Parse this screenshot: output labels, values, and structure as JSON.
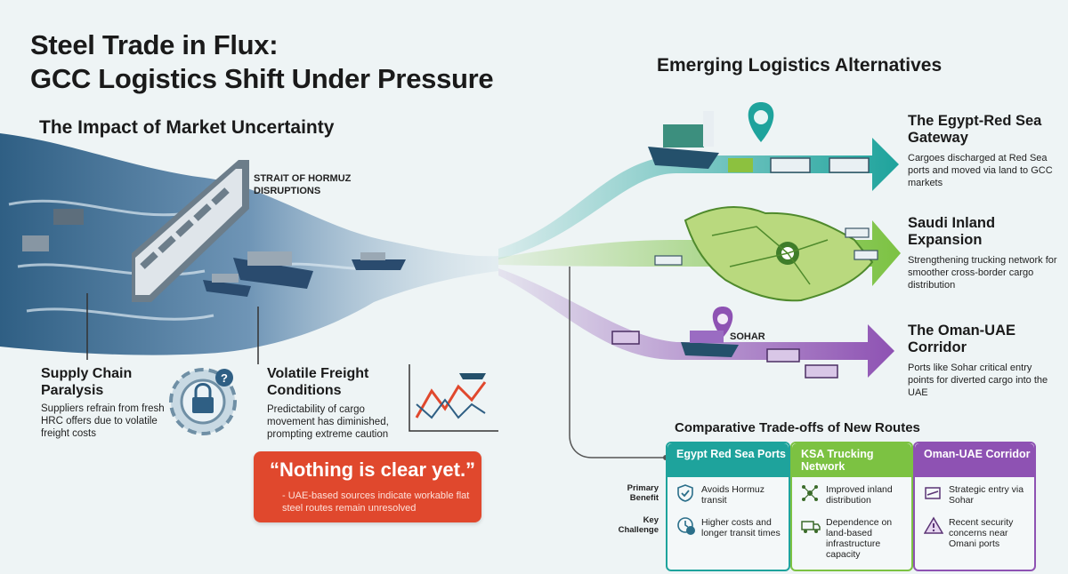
{
  "header": {
    "title_line1": "Steel Trade in Flux:",
    "title_line2": "GCC Logistics Shift Under Pressure"
  },
  "impact": {
    "heading": "The Impact of Market Uncertainty",
    "hormuz_label": "STRAIT OF HORMUZ DISRUPTIONS",
    "supply": {
      "title": "Supply Chain Paralysis",
      "text": "Suppliers refrain from fresh HRC offers due to volatile freight costs"
    },
    "freight": {
      "title": "Volatile Freight Conditions",
      "text": "Predictability of cargo movement has diminished, prompting extreme caution"
    },
    "quote": "“Nothing is clear yet.”",
    "quote_source": "- UAE-based sources indicate workable flat steel routes remain unresolved"
  },
  "alternatives": {
    "heading": "Emerging Logistics Alternatives",
    "routes": [
      {
        "title": "The Egypt-Red Sea Gateway",
        "text": "Cargoes discharged at Red Sea ports and moved via land to GCC markets",
        "color": "#1ea39c"
      },
      {
        "title": "Saudi Inland Expansion",
        "text": "Strengthening trucking network for smoother cross-border cargo distribution",
        "color": "#7cc242"
      },
      {
        "title": "The Oman-UAE Corridor",
        "text": "Ports like Sohar critical entry points for diverted cargo into the UAE",
        "color": "#8e52b3"
      }
    ],
    "sohar_label": "SOHAR"
  },
  "comparison": {
    "heading": "Comparative Trade-offs of New Routes",
    "row_labels": [
      "Primary Benefit",
      "Key Challenge"
    ],
    "columns": [
      {
        "header": "Egypt Red Sea Ports",
        "benefit": "Avoids Hormuz transit",
        "challenge": "Higher costs and longer transit times",
        "color": "#1ea39c",
        "benefit_icon": "shield-check-icon",
        "challenge_icon": "clock-dollar-icon"
      },
      {
        "header": "KSA Trucking Network",
        "benefit": "Improved inland distribution",
        "challenge": "Dependence on land-based infrastructure capacity",
        "color": "#7cc242",
        "benefit_icon": "network-icon",
        "challenge_icon": "truck-icon"
      },
      {
        "header": "Oman-UAE Corridor",
        "benefit": "Strategic entry via Sohar",
        "challenge": "Recent security concerns near Omani ports",
        "color": "#8e52b3",
        "benefit_icon": "port-icon",
        "challenge_icon": "warning-icon"
      }
    ]
  },
  "colors": {
    "sea_dark": "#2f5f84",
    "sea_light": "#a9c6dc",
    "quote_red": "#e0482d",
    "teal": "#1ea39c",
    "green": "#7cc242",
    "purple": "#8e52b3"
  }
}
